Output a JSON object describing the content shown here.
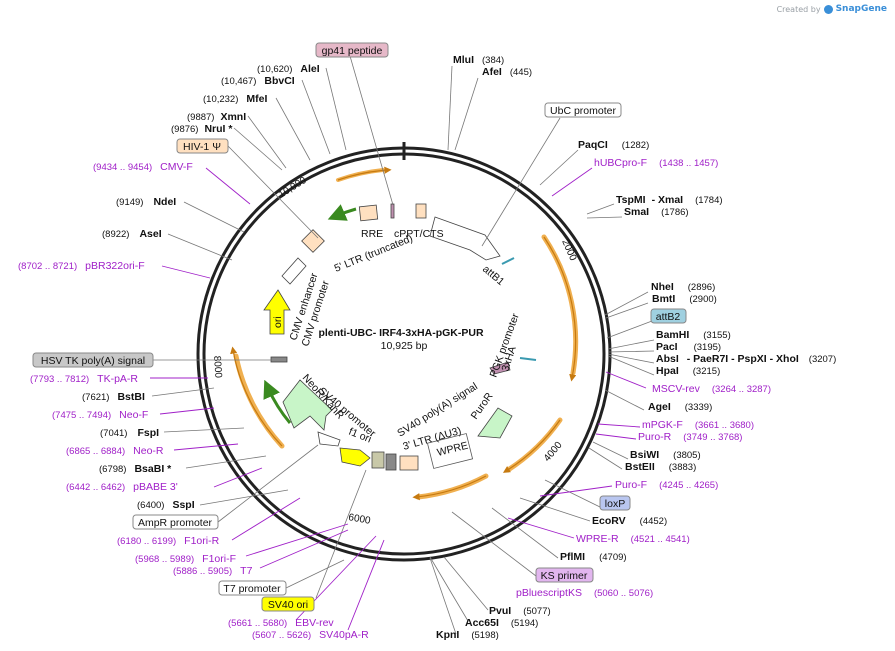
{
  "app": {
    "credit_prefix": "Created by",
    "credit_brand": "SnapGene"
  },
  "map": {
    "name": "plenti-UBC- IRF4-3xHA-pGK-PUR",
    "size": "10,925 bp",
    "tick_labels": [
      "2000",
      "4000",
      "6000",
      "8000",
      "10,000"
    ]
  },
  "enzymes": [
    {
      "name": "MluI",
      "pos": "(384)"
    },
    {
      "name": "AfeI",
      "pos": "(445)"
    },
    {
      "name": "PaqCI",
      "pos": "(1282)"
    },
    {
      "name": "TspMI",
      "extra": "- XmaI",
      "pos": "(1784)"
    },
    {
      "name": "SmaI",
      "pos": "(1786)"
    },
    {
      "name": "NheI",
      "pos": "(2896)"
    },
    {
      "name": "BmtI",
      "pos": "(2900)"
    },
    {
      "name": "BamHI",
      "pos": "(3155)"
    },
    {
      "name": "PacI",
      "pos": "(3195)"
    },
    {
      "name": "AbsI",
      "extra": "- PaeR7I  - PspXI  - XhoI",
      "pos": "(3207)"
    },
    {
      "name": "HpaI",
      "pos": "(3215)"
    },
    {
      "name": "AgeI",
      "pos": "(3339)"
    },
    {
      "name": "BsiWI",
      "pos": "(3805)"
    },
    {
      "name": "BstEII",
      "pos": "(3883)"
    },
    {
      "name": "EcoRV",
      "pos": "(4452)"
    },
    {
      "name": "PflMI",
      "pos": "(4709)"
    },
    {
      "name": "PvuI",
      "pos": "(5077)"
    },
    {
      "name": "Acc65I",
      "pos": "(5194)"
    },
    {
      "name": "KpnI",
      "pos": "(5198)"
    },
    {
      "name": "SspI",
      "pos": "(6400)"
    },
    {
      "name": "BsaBI *",
      "pos": "(6798)"
    },
    {
      "name": "FspI",
      "pos": "(7041)"
    },
    {
      "name": "BstBI",
      "pos": "(7621)"
    },
    {
      "name": "AseI",
      "pos": "(8922)"
    },
    {
      "name": "NdeI",
      "pos": "(9149)"
    },
    {
      "name": "NruI *",
      "pos": "(9876)"
    },
    {
      "name": "XmnI",
      "pos": "(9887)"
    },
    {
      "name": "MfeI",
      "pos": "(10,232)"
    },
    {
      "name": "BbvCI",
      "pos": "(10,467)"
    },
    {
      "name": "AleI",
      "pos": "(10,620)"
    }
  ],
  "primers": [
    {
      "name": "hUBCpro-F",
      "pos": "(1438 .. 1457)"
    },
    {
      "name": "MSCV-rev",
      "pos": "(3264 .. 3287)"
    },
    {
      "name": "mPGK-F",
      "pos": "(3661 .. 3680)"
    },
    {
      "name": "Puro-R",
      "pos": "(3749 .. 3768)"
    },
    {
      "name": "Puro-F",
      "pos": "(4245 .. 4265)"
    },
    {
      "name": "WPRE-R",
      "pos": "(4521 .. 4541)"
    },
    {
      "name": "pBluescriptKS",
      "pos": "(5060 .. 5076)"
    },
    {
      "name": "EBV-rev",
      "pos": "(5661 .. 5680)"
    },
    {
      "name": "SV40pA-R",
      "pos": "(5607 .. 5626)"
    },
    {
      "name": "T7",
      "pos": "(5886 .. 5905)"
    },
    {
      "name": "F1ori-F",
      "pos": "(5968 .. 5989)"
    },
    {
      "name": "F1ori-R",
      "pos": "(6180 .. 6199)"
    },
    {
      "name": "pBABE 3'",
      "pos": "(6442 .. 6462)"
    },
    {
      "name": "Neo-R",
      "pos": "(6865 .. 6884)"
    },
    {
      "name": "Neo-F",
      "pos": "(7475 .. 7494)"
    },
    {
      "name": "TK-pA-R",
      "pos": "(7793 .. 7812)"
    },
    {
      "name": "pBR322ori-F",
      "pos": "(8702 .. 8721)"
    },
    {
      "name": "CMV-F",
      "pos": "(9434 .. 9454)"
    }
  ],
  "boxed_features": [
    {
      "label": "gp41 peptide",
      "color": "#e6b8c8"
    },
    {
      "label": "UbC promoter",
      "color": "#ffffff"
    },
    {
      "label": "attB2",
      "color": "#9fd0e0"
    },
    {
      "label": "loxP",
      "color": "#b9c6f0"
    },
    {
      "label": "KS primer",
      "color": "#e2b6ef"
    },
    {
      "label": "SV40 ori",
      "color": "#ffff00"
    },
    {
      "label": "T7 promoter",
      "color": "#ffffff"
    },
    {
      "label": "AmpR promoter",
      "color": "#ffffff"
    },
    {
      "label": "HSV TK poly(A) signal",
      "color": "#c8c8c8"
    },
    {
      "label": "HIV-1 Ψ",
      "color": "#ffe0c0"
    }
  ],
  "inner_labels": {
    "rre": "RRE",
    "cppt": "cPPT/CTS",
    "ltr5": "5' LTR (truncated)",
    "attb1": "attB1",
    "pgk": "PGK promoter",
    "ha": "3xHA",
    "puror": "PuroR",
    "sv40pa": "SV40 poly(A) signal",
    "ltr3": "3' LTR (ΔU3)",
    "wpre": "WPRE",
    "sv40p": "SV40 promoter",
    "f1": "f1 ori",
    "neo": "NeoR/KanR",
    "ori": "ori",
    "cmve": "CMV enhancer",
    "cmvp": "CMV promoter"
  },
  "colors": {
    "backbone": "#222222",
    "enzyme_line": "#666666",
    "primer": "#a020c8",
    "orf": "#f0b050",
    "orf_arrow": "#c67a10",
    "promoter_fill": "#ffffff",
    "marker": "#c8f5c8",
    "ori": "#ffff00",
    "ltr": "#ffe0c0",
    "misc": "#888888"
  }
}
